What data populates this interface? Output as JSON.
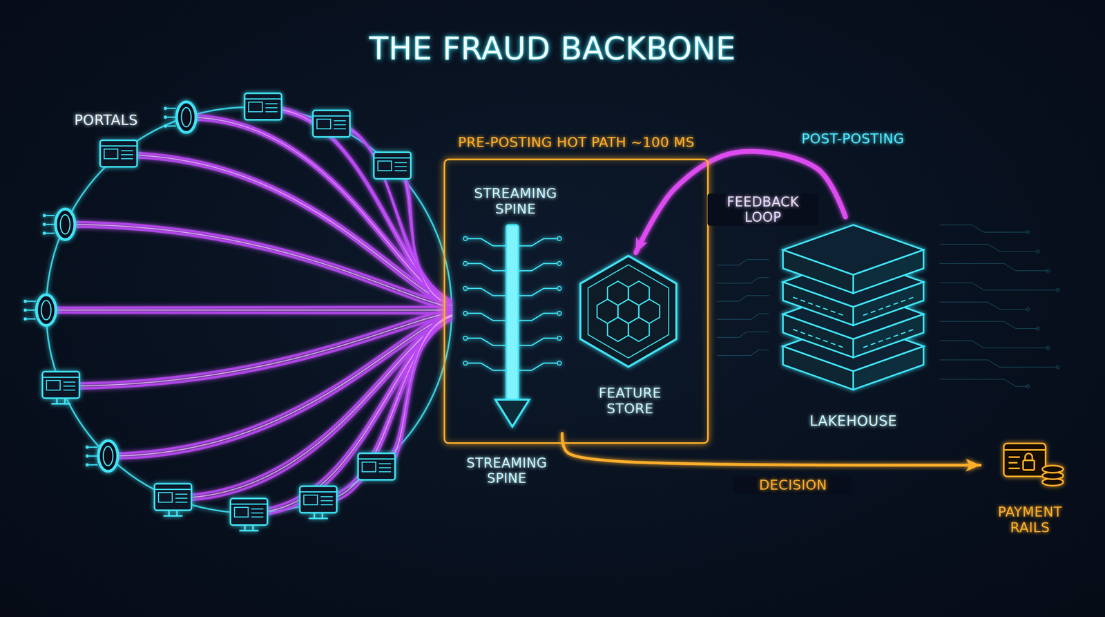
{
  "diagram": {
    "title": "THE FRAUD BACKBONE",
    "nodes": [
      {
        "text": [
          "PORTALS"
        ]
      },
      {
        "text": [
          "PRE-POSTING HOT PATH ~100 MS"
        ]
      },
      {
        "text": [
          "STREAMING SPINE"
        ],
        "in": 1
      },
      {
        "text": [
          "FEATURE STORE"
        ],
        "in": 1
      },
      {
        "text": [
          "LAKEHOUSE"
        ]
      },
      {
        "text": [
          "PAYMENT RAILS"
        ]
      }
    ],
    "edges": [
      {
        "from": 0,
        "to": 2,
        "arrow": "none"
      },
      {
        "from": 4,
        "to": 3,
        "label": "FEEDBACK LOOP",
        "arrow": "to"
      },
      {
        "from": 2,
        "to": 5,
        "label": "DECISION",
        "arrow": "to"
      }
    ],
    "labels": [
      "POST-POSTING",
      "STREAMING SPINE"
    ]
  }
}
